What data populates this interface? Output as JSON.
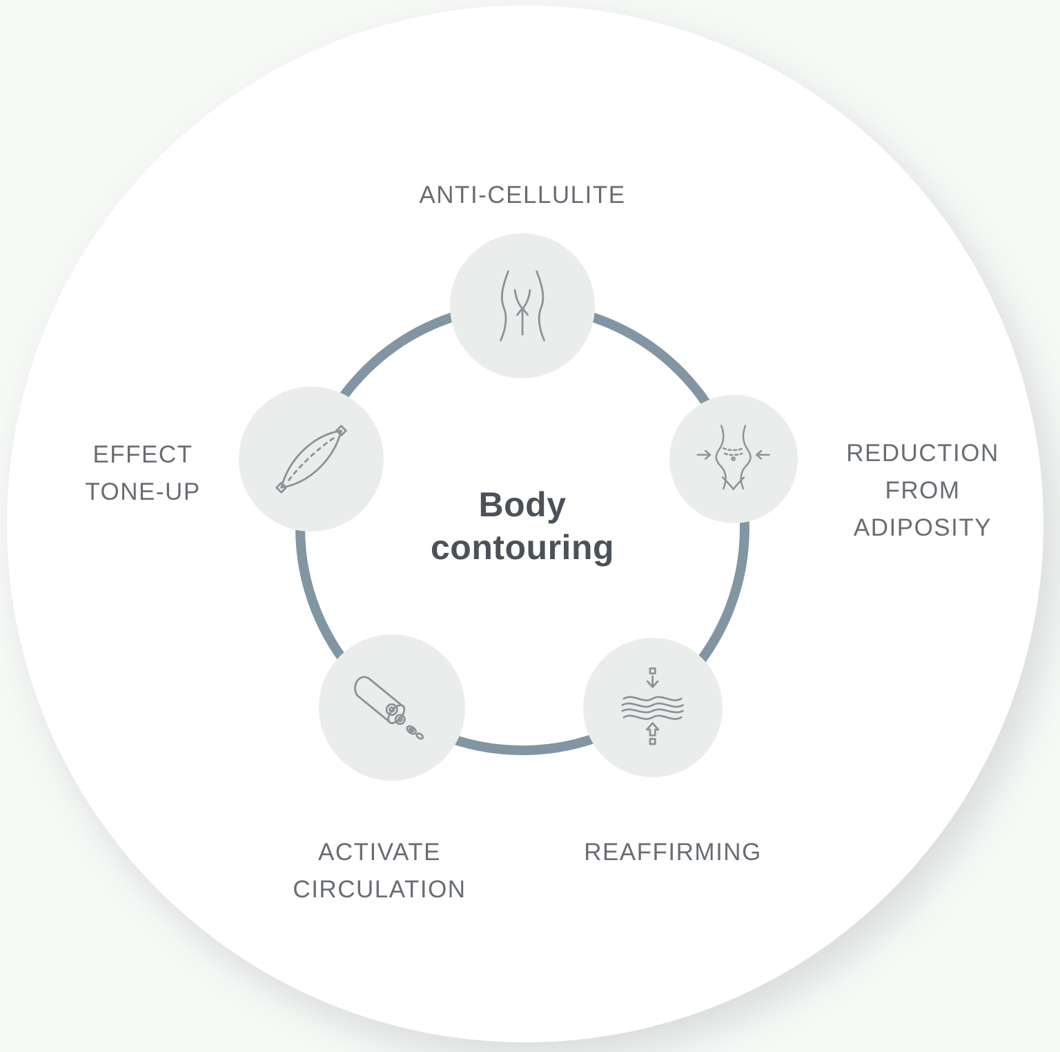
{
  "center": {
    "line1": "Body",
    "line2": "contouring"
  },
  "labels": {
    "anti_cellulite": [
      "ANTI-CELLULITE"
    ],
    "reduction": [
      "REDUCTION",
      "FROM",
      "ADIPOSITY"
    ],
    "reaffirming": [
      "REAFFIRMING"
    ],
    "activate": [
      "ACTIVATE",
      "CIRCULATION"
    ],
    "tone_up": [
      "EFFECT",
      "TONE-UP"
    ]
  },
  "icons": {
    "anti_cellulite": "buttocks-lift-icon",
    "reduction": "waist-slim-arrows-icon",
    "reaffirming": "skin-layers-compress-icon",
    "activate": "blood-vessel-cells-icon",
    "tone_up": "muscle-spindle-icon"
  },
  "colors": {
    "ring": "#8295a3",
    "node_fill": "#ebedec",
    "icon_stroke": "#8d9297",
    "label_text": "#686d72",
    "title_text": "#4b5157",
    "card_background": "#ffffff",
    "page_background": "#f7f9f7"
  }
}
